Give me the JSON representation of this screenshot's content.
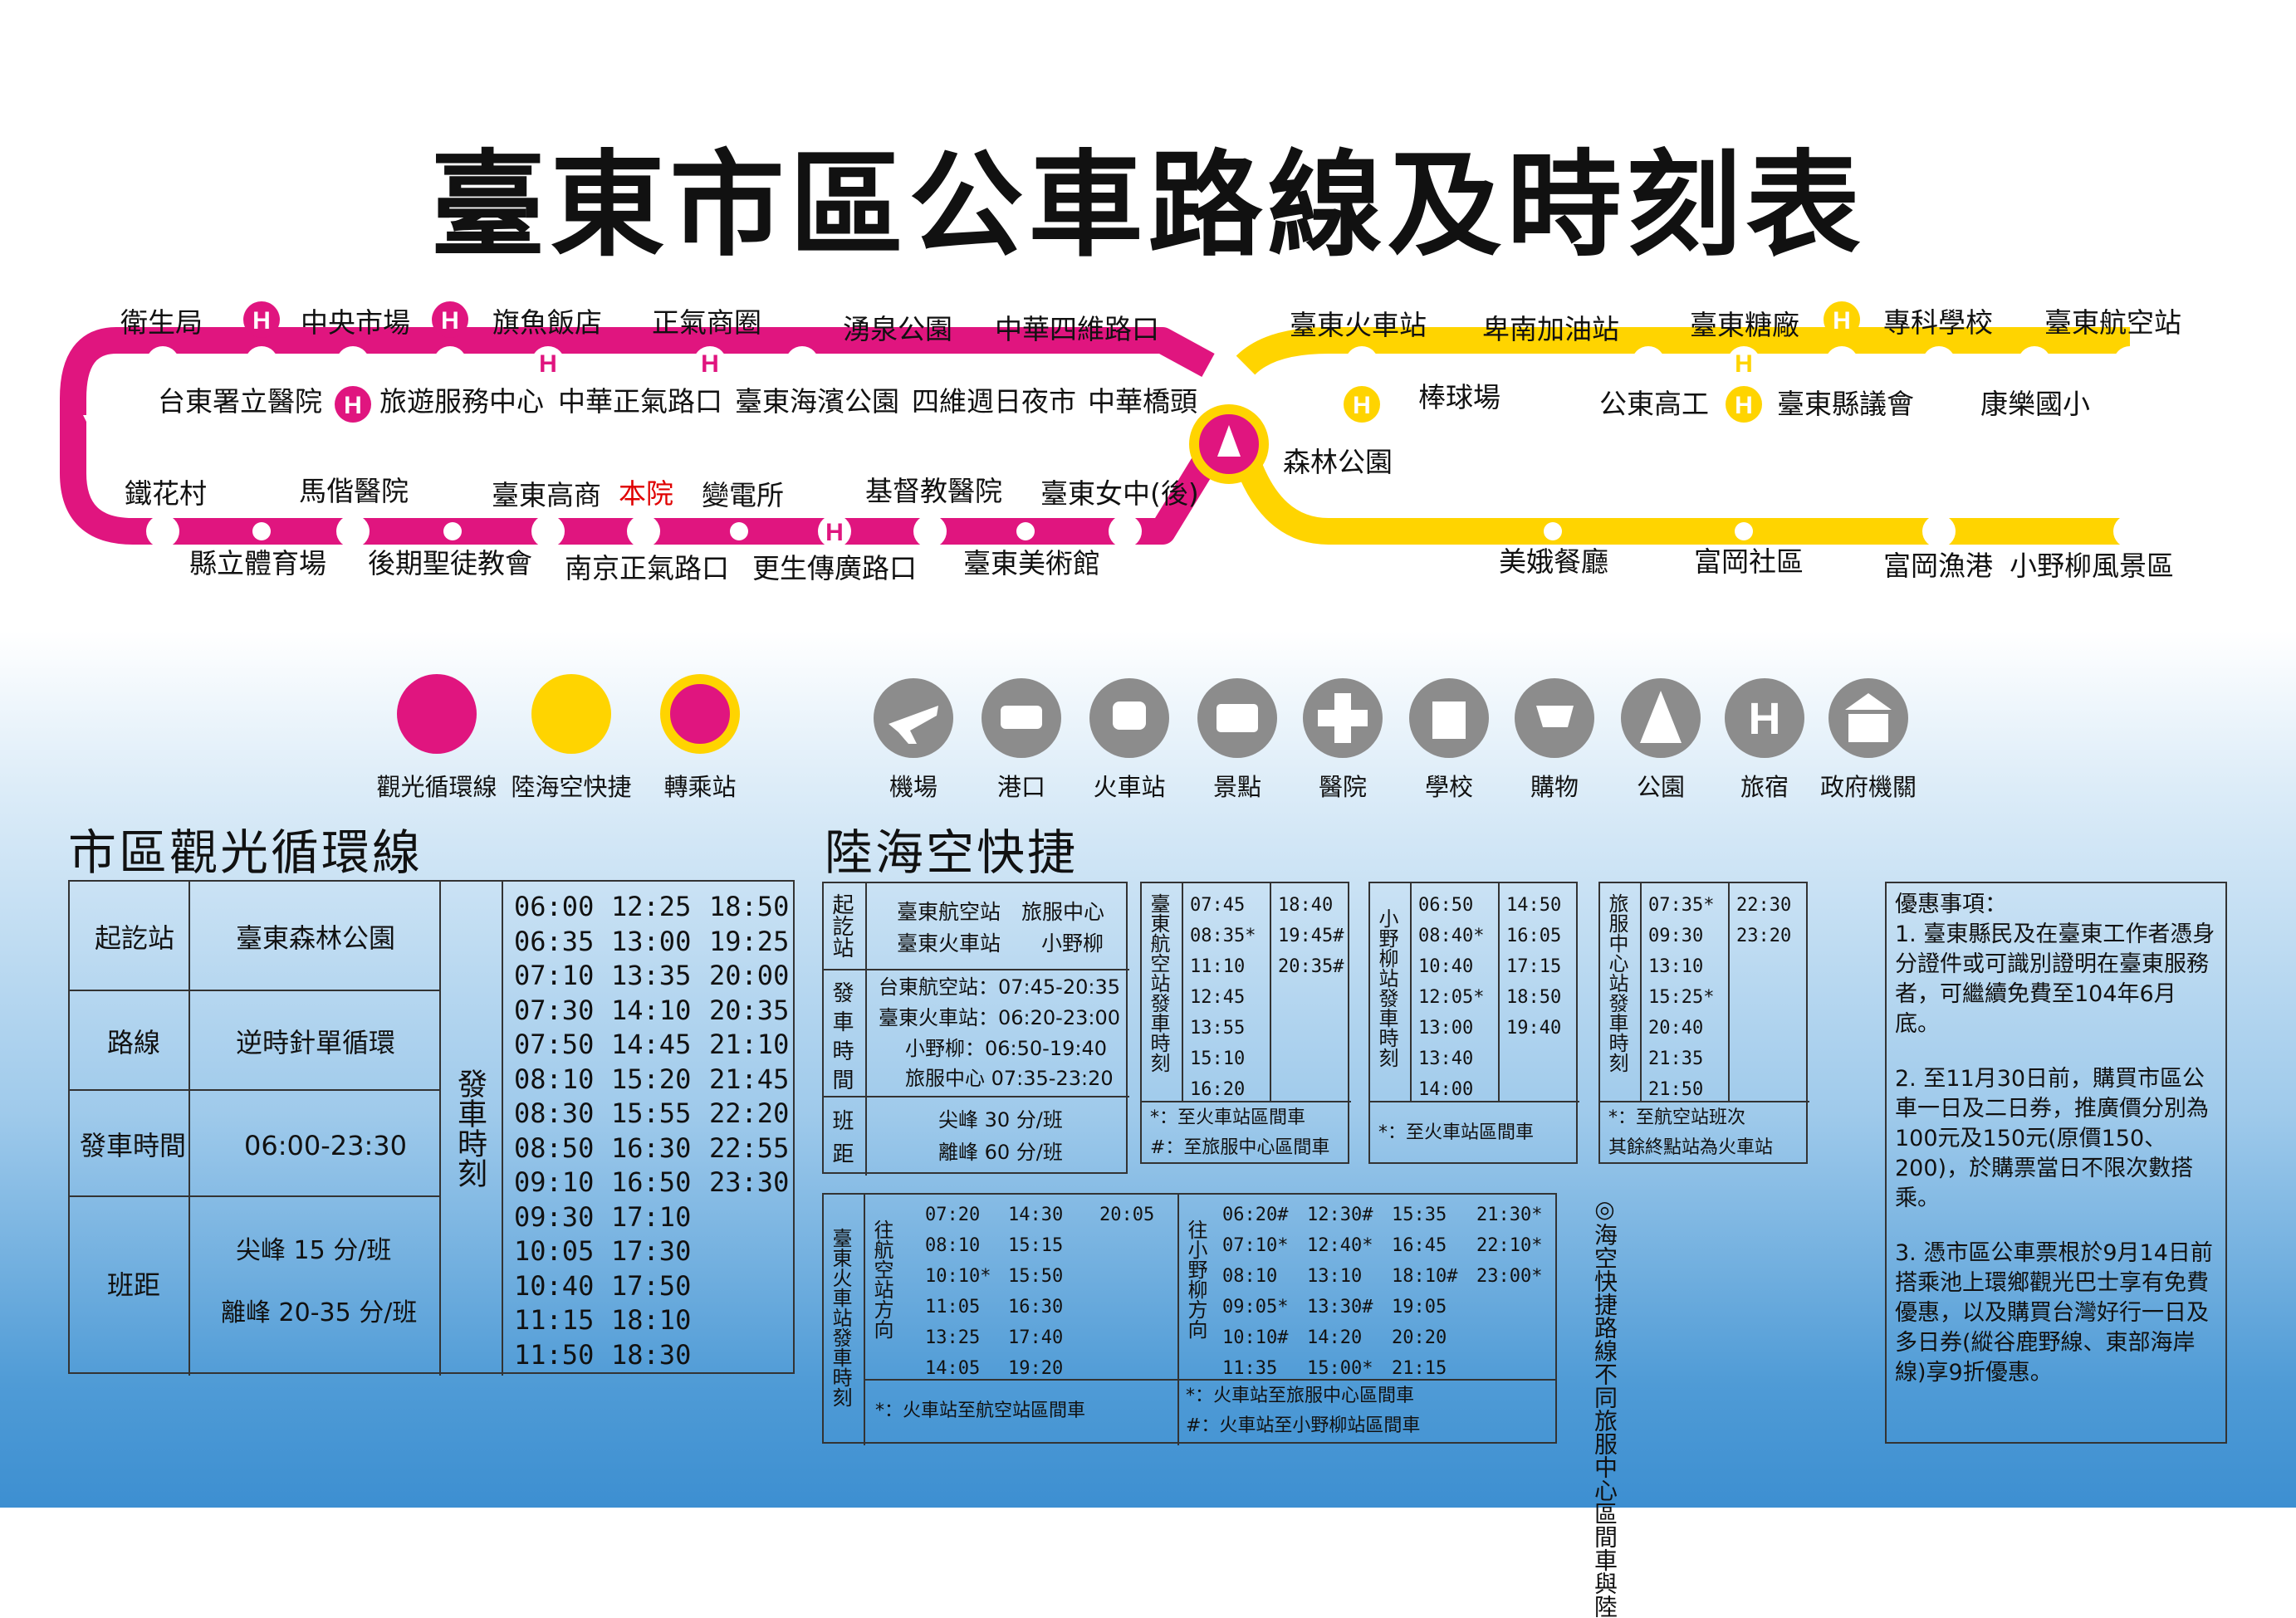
{
  "title": "臺東市區公車路線及時刻表",
  "colors": {
    "pink": "#e0157f",
    "yellow": "#ffd400",
    "icon_gray": "#8c8c8c"
  },
  "map": {
    "pink_top": [
      "衛生局",
      "中央市場",
      "旗魚飯店",
      "正氣商圈",
      "湧泉公園",
      "中華四維路口"
    ],
    "pink_top_below": [
      "台東署立醫院",
      "旅遊服務中心",
      "中華正氣路口",
      "臺東海濱公園",
      "四維週日夜市",
      "中華橋頭"
    ],
    "pink_bottom_above": [
      "鐵花村",
      "馬偕醫院",
      "臺東高商",
      "本院",
      "變電所",
      "基督教醫院",
      "臺東女中(後)"
    ],
    "pink_bottom_below": [
      "縣立體育場",
      "後期聖徒教會",
      "南京正氣路口",
      "更生傳廣路口",
      "臺東美術館"
    ],
    "transfer": "森林公園",
    "yellow_top": [
      "臺東火車站",
      "卑南加油站",
      "臺東糖廠",
      "專科學校",
      "臺東航空站"
    ],
    "yellow_top_below": [
      "棒球場",
      "公東高工",
      "臺東縣議會",
      "康樂國小"
    ],
    "yellow_bottom_below": [
      "美娥餐廳",
      "富岡社區",
      "富岡漁港",
      "小野柳風景區"
    ]
  },
  "legend": {
    "lines": [
      "觀光循環線",
      "陸海空快捷",
      "轉乘站"
    ],
    "icons": [
      {
        "label": "機場",
        "icon": "airplane-icon"
      },
      {
        "label": "港口",
        "icon": "ship-icon"
      },
      {
        "label": "火車站",
        "icon": "train-icon"
      },
      {
        "label": "景點",
        "icon": "camera-icon"
      },
      {
        "label": "醫院",
        "icon": "hospital-cross-icon"
      },
      {
        "label": "學校",
        "icon": "school-icon"
      },
      {
        "label": "購物",
        "icon": "shopping-cart-icon"
      },
      {
        "label": "公園",
        "icon": "park-trees-icon"
      },
      {
        "label": "旅宿",
        "icon": "hotel-h-icon"
      },
      {
        "label": "政府機關",
        "icon": "government-building-icon"
      }
    ]
  },
  "circular": {
    "title": "市區觀光循環線",
    "rows": [
      {
        "k": "起訖站",
        "v": "臺東森林公園"
      },
      {
        "k": "路線",
        "v": "逆時針單循環"
      },
      {
        "k": "發車時間",
        "v": "06:00-23:30"
      },
      {
        "k": "班距",
        "v": "尖峰 15 分/班",
        "v2": "離峰 20-35 分/班"
      }
    ],
    "sched_label": "發車時刻",
    "col1": [
      "06:00",
      "06:35",
      "07:10",
      "07:30",
      "07:50",
      "08:10",
      "08:30",
      "08:50",
      "09:10",
      "09:30",
      "10:05",
      "10:40",
      "11:15",
      "11:50"
    ],
    "col2": [
      "12:25",
      "13:00",
      "13:35",
      "14:10",
      "14:45",
      "15:20",
      "15:55",
      "16:30",
      "16:50",
      "17:10",
      "17:30",
      "17:50",
      "18:10",
      "18:30"
    ],
    "col3": [
      "18:50",
      "19:25",
      "20:00",
      "20:35",
      "21:10",
      "21:45",
      "22:20",
      "22:55",
      "23:30"
    ]
  },
  "express": {
    "title": "陸海空快捷",
    "endpoints_label": "起訖站",
    "endpoints": [
      "臺東航空站",
      "旅服中心",
      "臺東火車站",
      "小野柳"
    ],
    "dep_label": "發車時間",
    "dep": [
      "台東航空站：07:45-20:35",
      "臺東火車站：06:20-23:00",
      "小野柳：06:50-19:40",
      "旅服中心 07:35-23:20"
    ],
    "int_label": "班距",
    "int": [
      "尖峰 30 分/班",
      "離峰 60 分/班"
    ],
    "airport": {
      "label": "臺東航空站發車時刻",
      "c1": [
        "07:45",
        "08:35*",
        "11:10",
        "12:45",
        "13:55",
        "15:10",
        "16:20"
      ],
      "c2": [
        "18:40",
        "19:45#",
        "20:35#"
      ],
      "n1": "*：至火車站區間車",
      "n2": "#：至旅服中心區間車"
    },
    "yeliu": {
      "label": "小野柳站發車時刻",
      "c1": [
        "06:50",
        "08:40*",
        "10:40",
        "12:05*",
        "13:00",
        "13:40",
        "14:00"
      ],
      "c2": [
        "14:50",
        "16:05",
        "17:15",
        "18:50",
        "19:40"
      ],
      "n1": "*：至火車站區間車"
    },
    "center": {
      "label": "旅服中心站發車時刻",
      "c1": [
        "07:35*",
        "09:30",
        "13:10",
        "15:25*",
        "20:40",
        "21:35",
        "21:50"
      ],
      "c2": [
        "22:30",
        "23:20"
      ],
      "n1": "*：至航空站班次",
      "n2": "其餘終點站為火車站"
    },
    "train": {
      "label": "臺東火車站發車時刻",
      "to_airport_label": "往航空站方向",
      "a1": [
        "07:20",
        "08:10",
        "10:10*",
        "11:05",
        "13:25",
        "14:05"
      ],
      "a2": [
        "14:30",
        "15:15",
        "15:50",
        "16:30",
        "17:40",
        "19:20"
      ],
      "a3": [
        "20:05"
      ],
      "to_yeliu_label": "往小野柳方向",
      "y1": [
        "06:20#",
        "07:10*",
        "08:10",
        "09:05*",
        "10:10#",
        "11:35"
      ],
      "y2": [
        "12:30#",
        "12:40*",
        "13:10",
        "13:30#",
        "14:20",
        "15:00*"
      ],
      "y3": [
        "15:35",
        "16:45",
        "18:10#",
        "19:05",
        "20:20",
        "21:15"
      ],
      "y4": [
        "21:30*",
        "22:10*",
        "23:00*"
      ],
      "n_airport": "*：火車站至航空站區間車",
      "n_y1": "*：火車站至旅服中心區間車",
      "n_y2": "#：火車站至小野柳站區間車"
    },
    "side_note": "◎海空快捷路線不同旅服中心區間車與陸"
  },
  "offers": {
    "title": "優惠事項：",
    "items": [
      "1. 臺東縣民及在臺東工作者憑身分證件或可識別證明在臺東服務者，可繼續免費至104年6月底。",
      "2. 至11月30日前，購買市區公車一日及二日券，推廣價分別為100元及150元(原價150、200)，於購票當日不限次數搭乘。",
      "3. 憑市區公車票根於9月14日前搭乘池上環鄉觀光巴士享有免費優惠，以及購買台灣好行一日及多日券(縱谷鹿野線、東部海岸線)享9折優惠。"
    ]
  }
}
